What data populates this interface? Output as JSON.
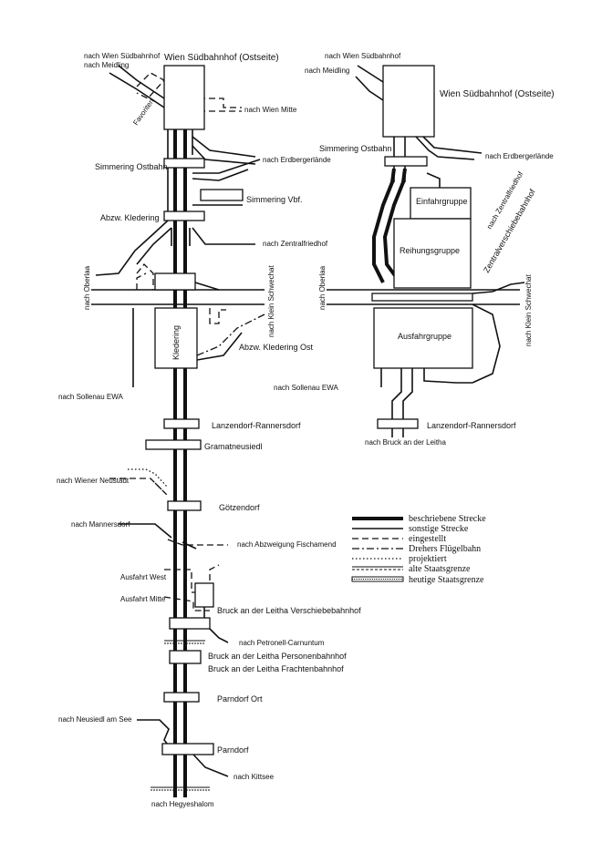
{
  "left": {
    "wien_sbf": "Wien Südbahnhof (Ostseite)",
    "nach_wien_sbf": "nach Wien Südbahnhof",
    "nach_meidling": "nach Meidling",
    "favoriten": "Favoriten",
    "nach_wien_mitte": "nach Wien Mitte",
    "nach_erdberg": "nach Erdbergerlände",
    "simmering_ostbahn": "Simmering Ostbahn",
    "simmering_vbf": "Simmering Vbf.",
    "abzw_kledering": "Abzw. Kledering",
    "nach_zentralfriedhof": "nach Zentralfriedhof",
    "nach_oberlaa": "nach Oberlaa",
    "nach_klein_schwechat": "nach Klein Schwechat",
    "kledering": "Kledering",
    "abzw_kledering_ost": "Abzw. Kledering Ost",
    "nach_sollenau": "nach Sollenau EWA",
    "lanzendorf": "Lanzendorf-Rannersdorf",
    "gramatneusiedl": "Gramatneusiedl",
    "nach_wr_neustadt": "nach Wiener Neustadt",
    "goetzendorf": "Götzendorf",
    "nach_mannersdorf": "nach Mannersdorf",
    "nach_fischamend": "nach Abzweigung Fischamend",
    "ausfahrt_west": "Ausfahrt West",
    "ausfahrt_mitte": "Ausfahrt Mitte",
    "bruck_vbf": "Bruck an der Leitha Verschiebebahnhof",
    "nach_petronell": "nach Petronell-Carnuntum",
    "bruck_pbf": "Bruck an der Leitha Personenbahnhof",
    "bruck_fbf": "Bruck an der Leitha Frachtenbahnhof",
    "parndorf_ort": "Parndorf Ort",
    "nach_neusiedl": "nach Neusiedl am See",
    "parndorf": "Parndorf",
    "nach_kittsee": "nach Kittsee",
    "nach_hegyeshalom": "nach Hegyeshalom"
  },
  "right": {
    "nach_wien_sbf": "nach Wien Südbahnhof",
    "nach_meidling": "nach Meidling",
    "wien_sbf": "Wien Südbahnhof (Ostseite)",
    "simmering_ostbahn": "Simmering Ostbahn",
    "nach_erdberg": "nach Erdbergerlände",
    "einfahrgruppe": "Einfahrgruppe",
    "nach_zentralfriedhof": "nach Zentralfriedhof",
    "zentralverschiebebahnhof": "Zentralverschiebebahnhof",
    "reihungsgruppe": "Reihungsgruppe",
    "nach_oberlaa": "nach Oberlaa",
    "nach_klein_schwechat": "nach Klein Schwechat",
    "ausfahrgruppe": "Ausfahrgruppe",
    "nach_sollenau": "nach Sollenau EWA",
    "lanzendorf": "Lanzendorf-Rannersdorf",
    "nach_bruck": "nach Bruck an der Leitha"
  },
  "legend": [
    {
      "style": "thick",
      "label": "beschriebene Strecke"
    },
    {
      "style": "thin",
      "label": "sonstige Strecke"
    },
    {
      "style": "dash",
      "label": "eingestellt"
    },
    {
      "style": "dashdot",
      "label": "Drehers Flügelbahn"
    },
    {
      "style": "dot",
      "label": "projektiert"
    },
    {
      "style": "old-border",
      "label": "alte Staatsgrenze"
    },
    {
      "style": "new-border",
      "label": "heutige Staatsgrenze"
    }
  ]
}
